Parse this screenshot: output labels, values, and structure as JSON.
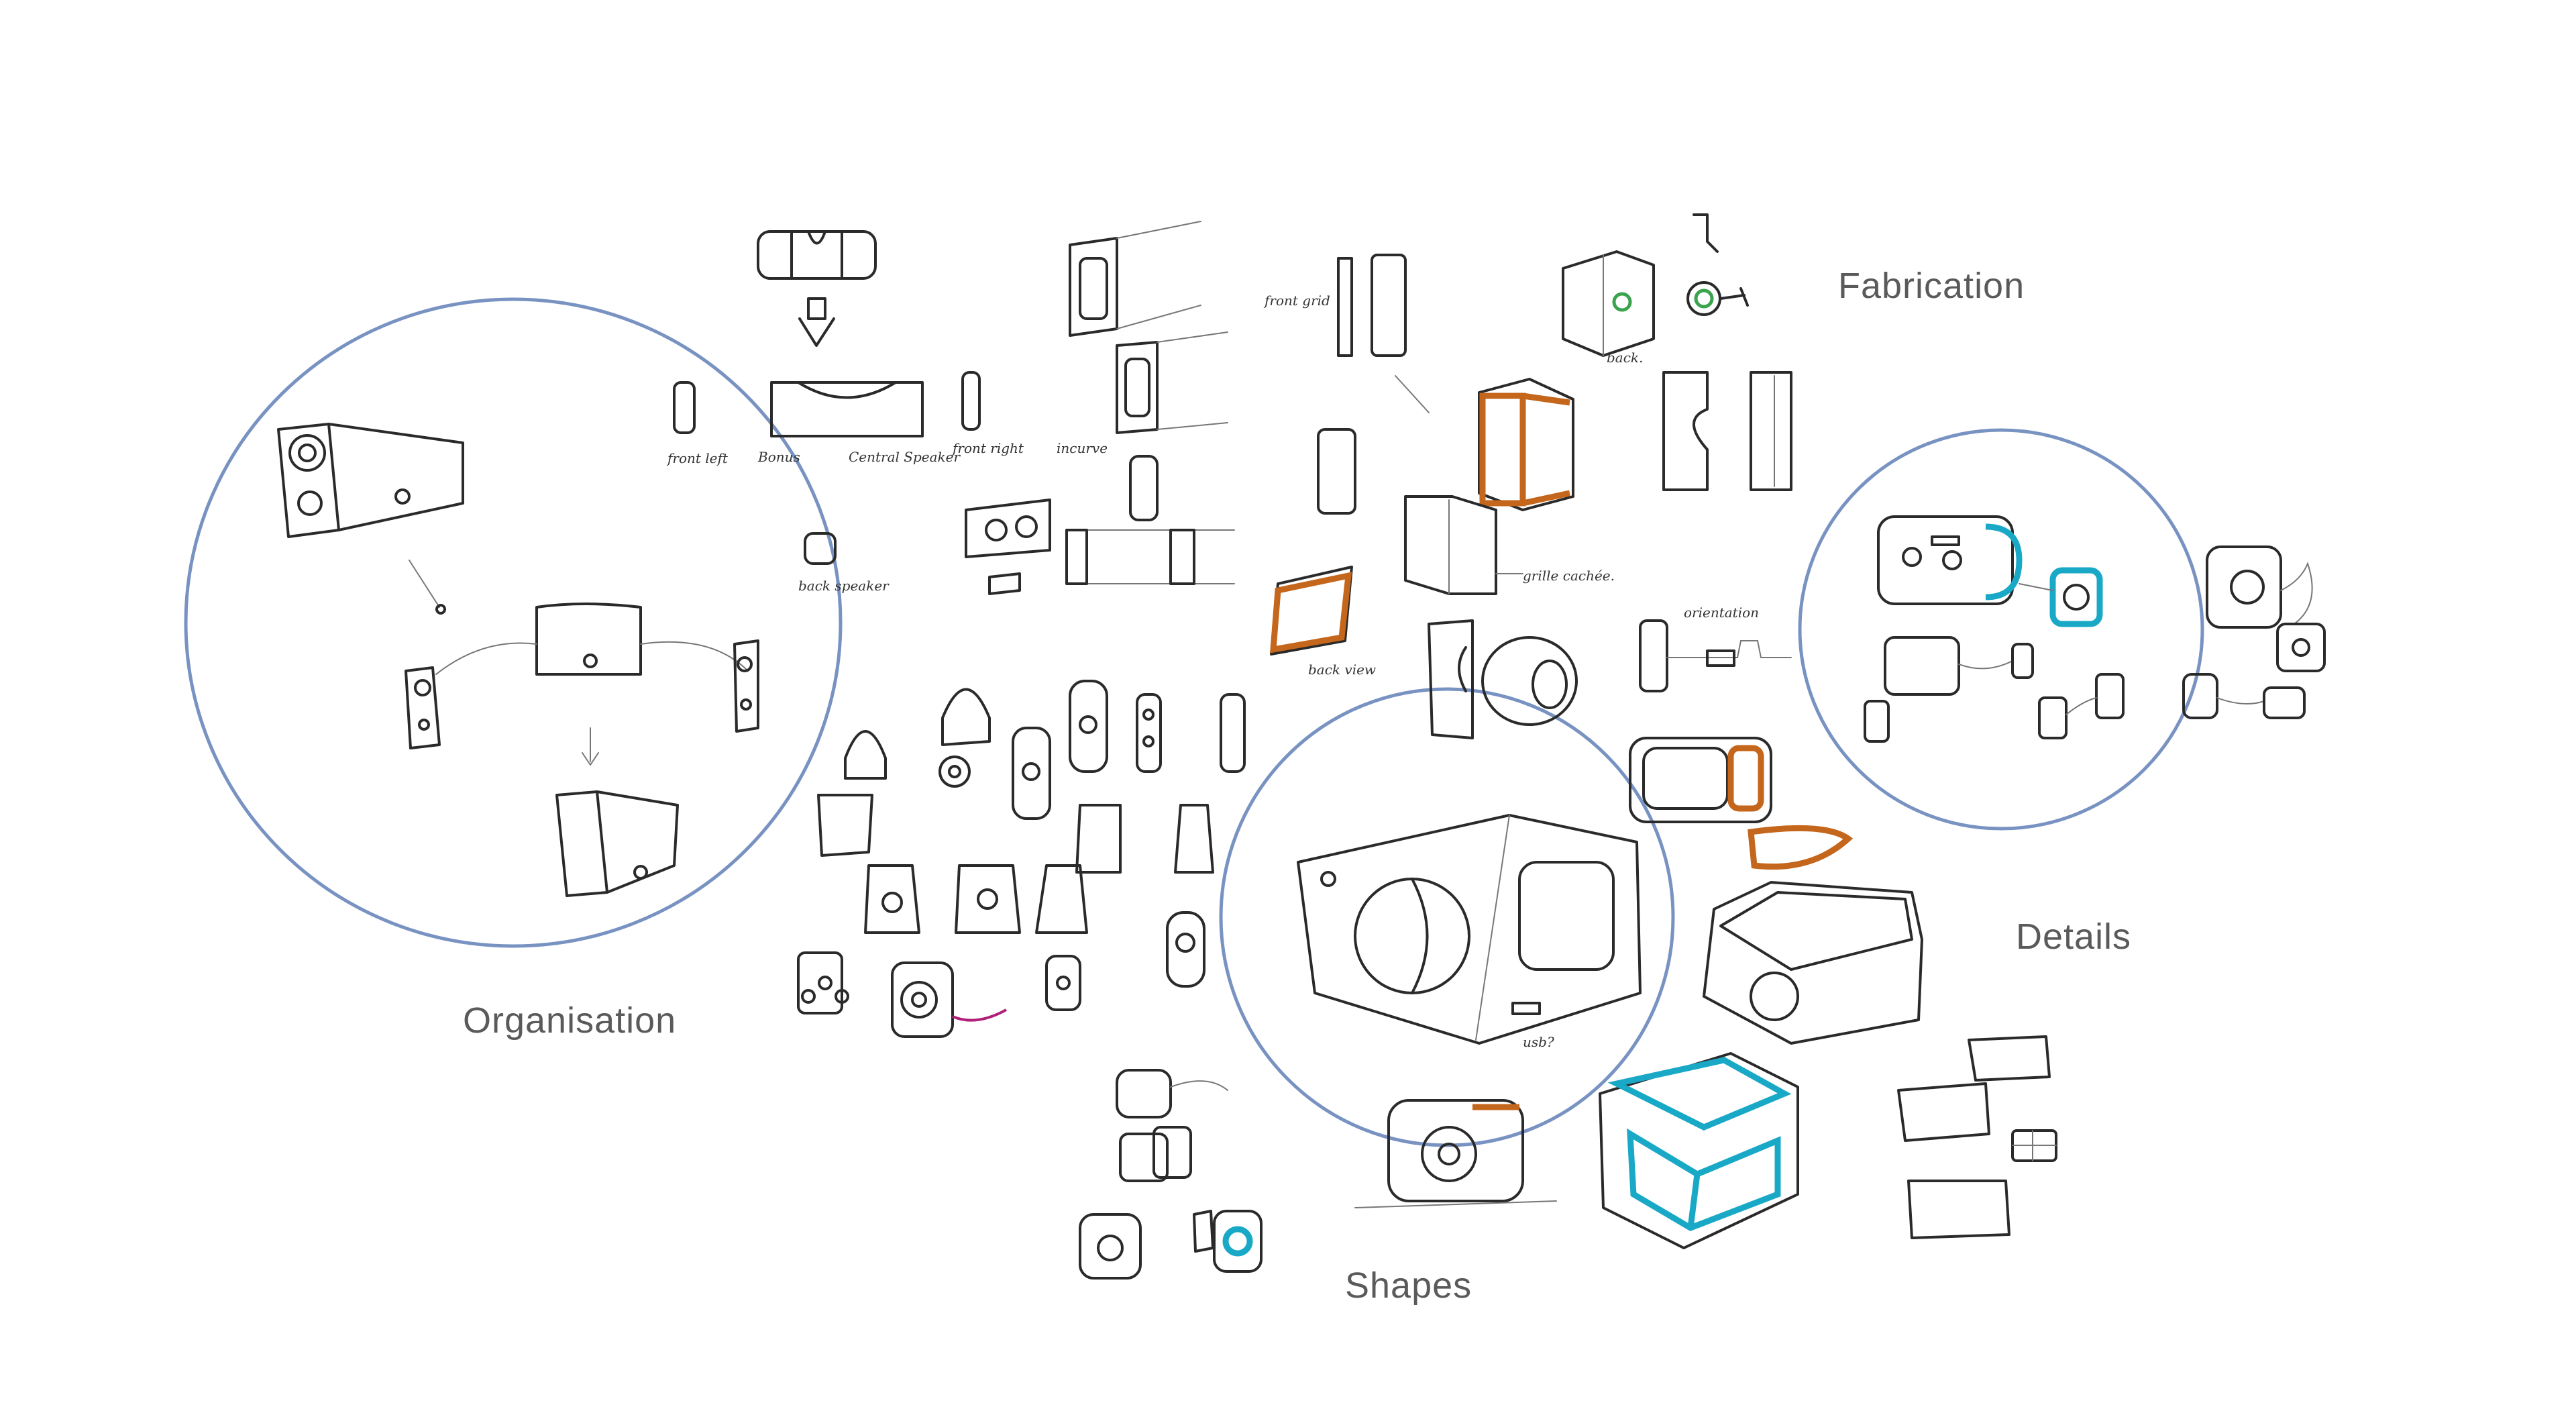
{
  "board": {
    "labels": {
      "fabrication": "Fabrication",
      "organisation": "Organisation",
      "details": "Details",
      "shapes": "Shapes"
    },
    "notes": {
      "front_left": "front left",
      "bonus": "Bonus",
      "central_speaker": "Central Speaker",
      "front_right": "front right",
      "back_speaker": "back speaker",
      "incurve": "incurve",
      "front_grid": "front grid",
      "back": "back.",
      "grille_cachee": "grille cachée.",
      "back_view": "back view",
      "usb": "usb?"
    },
    "colors": {
      "circle": "#7892c2",
      "accent_orange": "#c4661b",
      "accent_teal": "#19a9c7",
      "accent_green": "#3aa34d",
      "accent_magenta": "#b0207a",
      "label_text": "#5a5a5a"
    }
  }
}
